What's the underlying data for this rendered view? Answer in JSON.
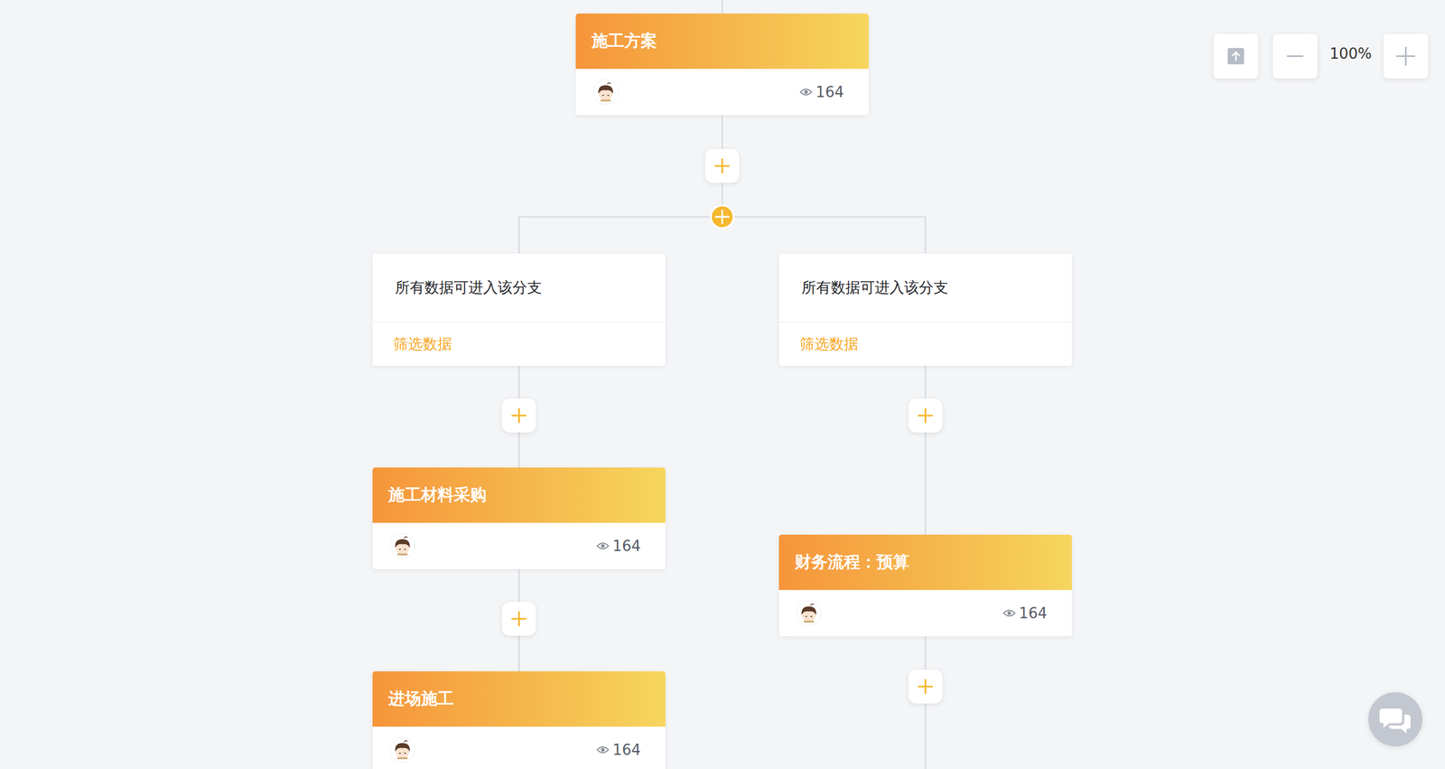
{
  "diagram": {
    "nodes": [
      {
        "text": [
          "施工方案",
          "164"
        ]
      },
      {
        "text": [
          "所有数据可进入该分支",
          "筛选数据"
        ]
      },
      {
        "text": [
          "所有数据可进入该分支",
          "筛选数据"
        ]
      },
      {
        "text": [
          "施工材料采购",
          "164"
        ]
      },
      {
        "text": [
          "财务流程：预算",
          "164"
        ]
      },
      {
        "text": [
          "进场施工",
          "164"
        ]
      }
    ],
    "edges": [
      {
        "from": 0,
        "to": 1,
        "arrow": "none"
      },
      {
        "from": 0,
        "to": 2,
        "arrow": "none"
      },
      {
        "from": 1,
        "to": 3,
        "arrow": "none"
      },
      {
        "from": 3,
        "to": 5,
        "arrow": "none"
      },
      {
        "from": 2,
        "to": 4,
        "arrow": "none"
      }
    ],
    "labels": [
      "100%"
    ]
  }
}
